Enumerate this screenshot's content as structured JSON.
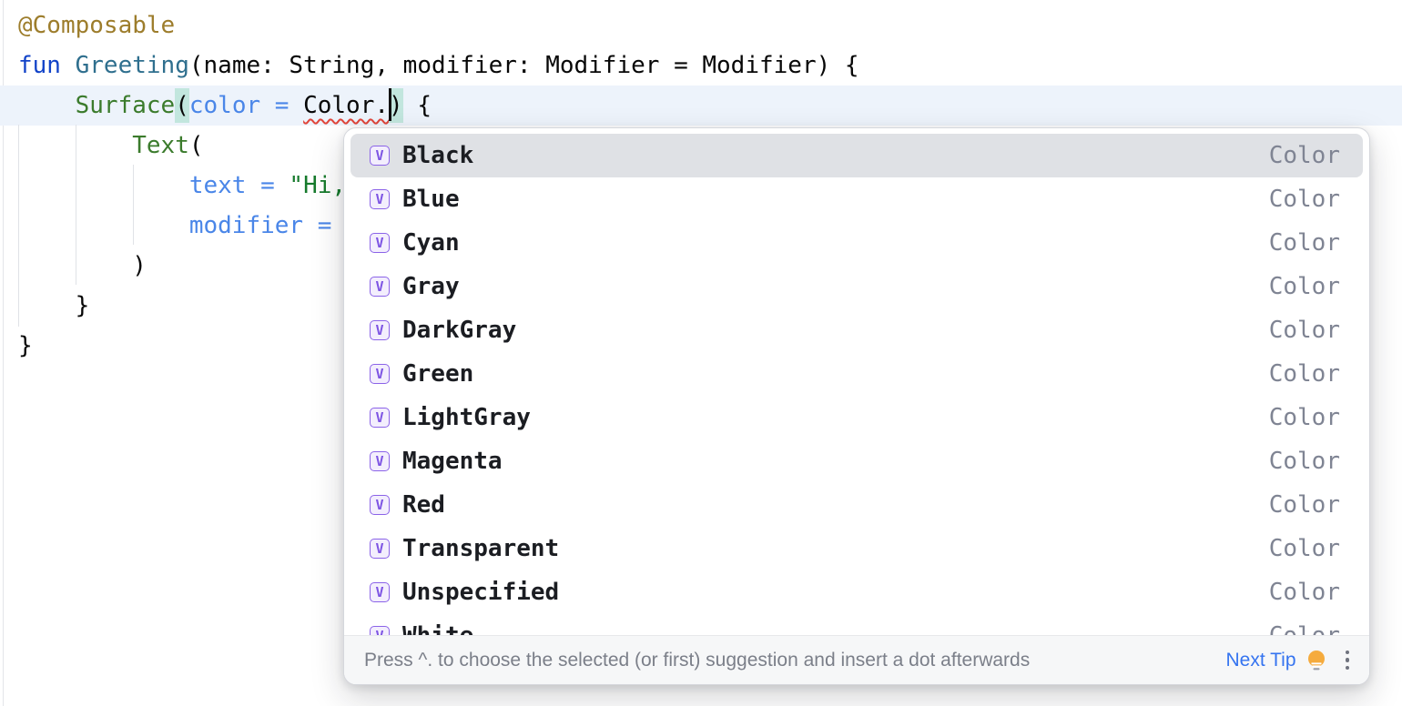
{
  "colors": {
    "annotation": "#9D7D2C",
    "keyword": "#1243C8",
    "function": "#2F6F8E",
    "composable": "#3B7B2C",
    "namedarg": "#4A86E8",
    "string": "#167A2C",
    "plain": "#070707",
    "paren_match_bg": "#C2E6DE",
    "error_squiggle": "#E0453A",
    "current_line_bg": "#EDF3FB",
    "selection_bg": "#DFE1E5",
    "icon_purple": "#7D54E3",
    "link_blue": "#3574F0",
    "type_gray": "#7F8493"
  },
  "editor": {
    "lines": [
      {
        "tokens": [
          {
            "t": "@Composable",
            "c": "annotation"
          }
        ]
      },
      {
        "tokens": [
          {
            "t": "fun",
            "c": "keyword"
          },
          {
            "t": " ",
            "c": "plain"
          },
          {
            "t": "Greeting",
            "c": "function"
          },
          {
            "t": "(name: String, modifier: Modifier = Modifier) {",
            "c": "plain"
          }
        ]
      },
      {
        "current": true,
        "tokens": [
          {
            "t": "    ",
            "c": "plain"
          },
          {
            "t": "Surface",
            "c": "composable"
          },
          {
            "t": "(",
            "c": "plain",
            "fx": "paren"
          },
          {
            "t": "color = ",
            "c": "namedarg"
          },
          {
            "t": "Color.",
            "c": "plain",
            "fx": "squiggle"
          },
          {
            "t": ")",
            "c": "plain",
            "fx": "paren"
          },
          {
            "t": " {",
            "c": "plain"
          }
        ]
      },
      {
        "tokens": [
          {
            "t": "        ",
            "c": "plain"
          },
          {
            "t": "Text",
            "c": "composable"
          },
          {
            "t": "(",
            "c": "plain"
          }
        ]
      },
      {
        "tokens": [
          {
            "t": "            ",
            "c": "plain"
          },
          {
            "t": "text = ",
            "c": "namedarg"
          },
          {
            "t": "\"Hi,",
            "c": "string"
          }
        ]
      },
      {
        "tokens": [
          {
            "t": "            ",
            "c": "plain"
          },
          {
            "t": "modifier = ",
            "c": "namedarg"
          }
        ]
      },
      {
        "tokens": [
          {
            "t": "        )",
            "c": "plain"
          }
        ]
      },
      {
        "tokens": [
          {
            "t": "    }",
            "c": "plain"
          }
        ]
      },
      {
        "tokens": [
          {
            "t": "}",
            "c": "plain"
          }
        ]
      }
    ]
  },
  "popup": {
    "icon_letter": "V",
    "items": [
      {
        "label": "Black",
        "type": "Color",
        "selected": true
      },
      {
        "label": "Blue",
        "type": "Color",
        "selected": false
      },
      {
        "label": "Cyan",
        "type": "Color",
        "selected": false
      },
      {
        "label": "Gray",
        "type": "Color",
        "selected": false
      },
      {
        "label": "DarkGray",
        "type": "Color",
        "selected": false
      },
      {
        "label": "Green",
        "type": "Color",
        "selected": false
      },
      {
        "label": "LightGray",
        "type": "Color",
        "selected": false
      },
      {
        "label": "Magenta",
        "type": "Color",
        "selected": false
      },
      {
        "label": "Red",
        "type": "Color",
        "selected": false
      },
      {
        "label": "Transparent",
        "type": "Color",
        "selected": false
      },
      {
        "label": "Unspecified",
        "type": "Color",
        "selected": false
      },
      {
        "label": "White",
        "type": "Color",
        "selected": false
      }
    ],
    "hint": {
      "text": "Press ^. to choose the selected (or first) suggestion and insert a dot afterwards",
      "next_tip_label": "Next Tip"
    }
  }
}
